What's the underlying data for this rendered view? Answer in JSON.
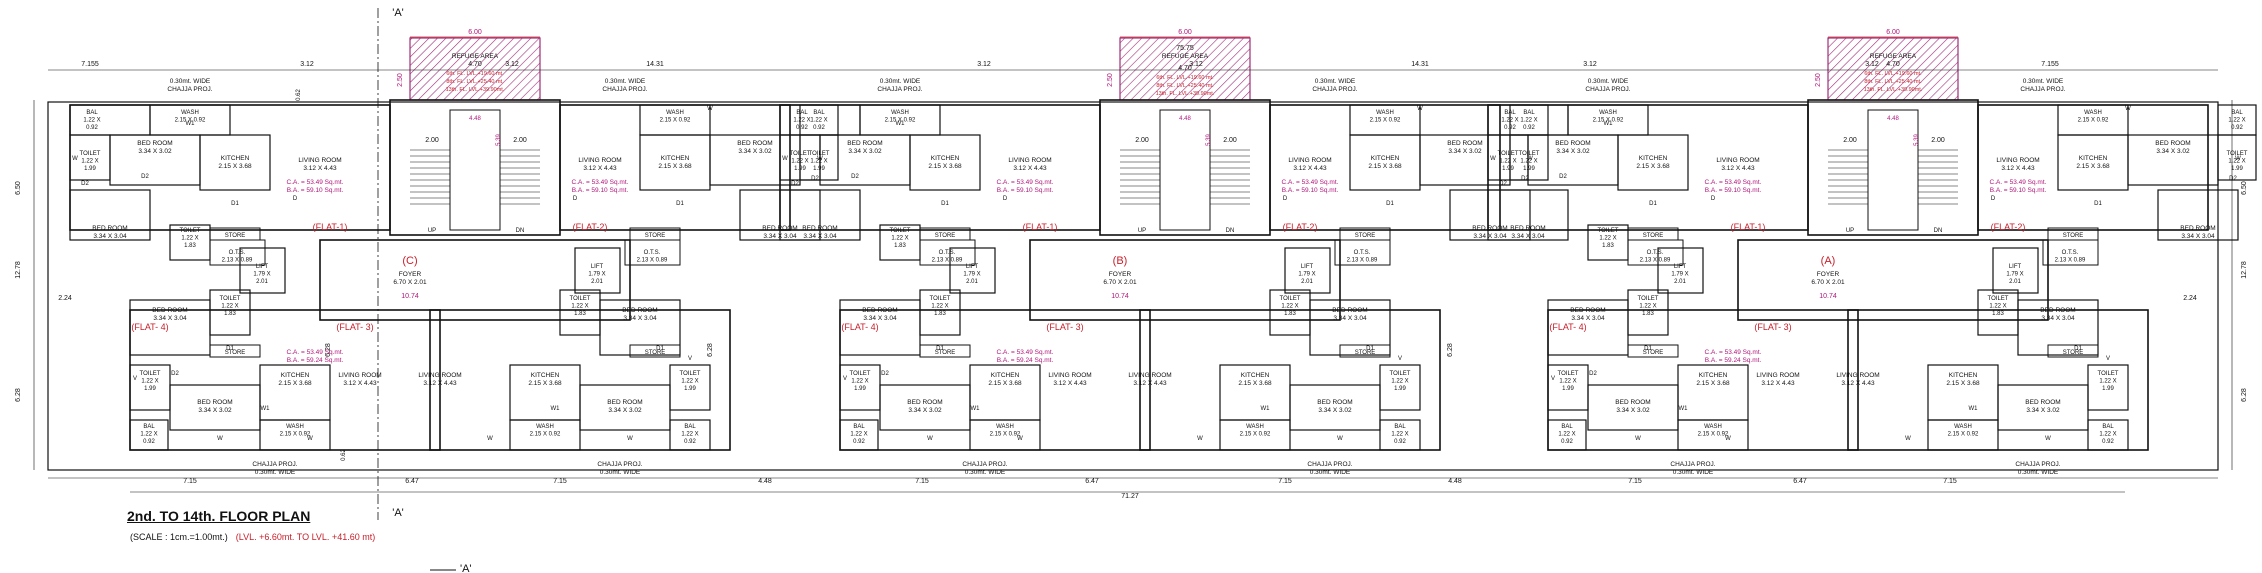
{
  "sheet": {
    "title": "2nd. TO 14th. FLOOR PLAN",
    "scale": "(SCALE : 1cm.=1.00mt.)",
    "level_note": "(LVL. +6.60mt. TO LVL. +41.60 mt)",
    "section_mark": "'A'"
  },
  "refuge": {
    "label": "REFUGE AREA",
    "width": "6.00",
    "inner": "4.70",
    "extra_center": "75.75",
    "lines": [
      "6th. FL. LVL.+19.60 mt.",
      "8th. FL. LVL.+25.40 mt.",
      "13th. FL. LVL.+39.90mt."
    ],
    "side": "2.50"
  },
  "dims_top": [
    "7.155",
    "3.12",
    "3.12",
    "14.31",
    "3.12",
    "3.12",
    "14.31",
    "3.12",
    "3.12",
    "7.155"
  ],
  "dims_bottom": [
    "7.15",
    "6.47",
    "7.15",
    "4.48",
    "7.15",
    "6.47",
    "7.15",
    "4.48",
    "7.15",
    "6.47",
    "7.15"
  ],
  "dims_total": "71.27",
  "dims_side": [
    "6.50",
    "12.78",
    "6.28",
    "2.24",
    "0.62"
  ],
  "chajja": {
    "top": "0.30mt. WIDE",
    "top2": "CHAJJA PROJ.",
    "bottom": "CHAJJA PROJ.",
    "bottom2": "0.30mt. WIDE"
  },
  "rooms": {
    "bal": "BAL",
    "bal_size": "1.22 X",
    "bal_size2": "0.92",
    "wash": "WASH",
    "wash_size": "2.15 X 0.92",
    "toilet": "TOILET",
    "toilet_size": "1.22 X",
    "toilet_size2": "1.99",
    "toilet_size3": "1.83",
    "bed": "BED ROOM",
    "bed_size_a": "3.34 X 3.02",
    "bed_size_b": "3.34 X 3.04",
    "kitchen": "KITCHEN",
    "kitchen_size": "2.15 X 3.68",
    "living": "LIVING ROOM",
    "living_size_a": "3.12 X 4.43",
    "store": "STORE",
    "ots": "O.T.S.",
    "ots_size": "2.13 X 0.89",
    "lift": "LIFT",
    "lift_size": "1.79 X",
    "lift_size2": "2.01",
    "foyer": "FOYER",
    "foyer_size": "6.70 X 2.01",
    "foyer_w": "10.74",
    "ca": "C.A. = 53.49 Sq.mt.",
    "ba_top": "B.A. = 59.10 Sq.mt.",
    "ba_bot": "B.A. = 59.24 Sq.mt.",
    "stair_w": "2.00",
    "stair_d": "4.48",
    "stair_h": "5.39",
    "up": "UP",
    "dn": "DN",
    "w": "W",
    "w1": "W1",
    "v": "V",
    "d": "D",
    "d1": "D1",
    "d2": "D2"
  },
  "flats": [
    "(FLAT-1)",
    "(FLAT-2)",
    "(FLAT- 3)",
    "(FLAT- 4)"
  ],
  "wings": [
    "(C)",
    "(B)",
    "(A)"
  ],
  "colors": {
    "wall": "#111111",
    "dim_magenta": "#b0157a",
    "red": "#c81e2a",
    "hatch": "#a0307a",
    "cyan": "#1e5fc8"
  }
}
